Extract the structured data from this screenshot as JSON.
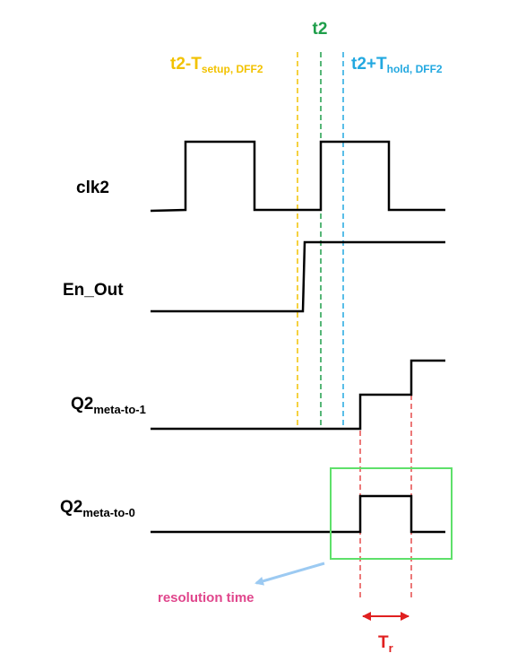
{
  "markers": {
    "t2": {
      "label": "t2",
      "color": "#1e9e4a"
    },
    "setup": {
      "label_main": "t2-T",
      "label_sub": "setup, DFF2",
      "color": "#f2c200"
    },
    "hold": {
      "label_main": "t2+T",
      "label_sub": "hold, DFF2",
      "color": "#22a8e0"
    }
  },
  "signals": {
    "clk2": {
      "label": "clk2"
    },
    "en_out": {
      "label": "En_Out"
    },
    "q2_meta_to_1": {
      "label_main": "Q2",
      "label_sub": "meta-to-1"
    },
    "q2_meta_to_0": {
      "label_main": "Q2",
      "label_sub": "meta-to-0"
    }
  },
  "annotations": {
    "resolution_time": {
      "label": "resolution time",
      "color": "#e0468c",
      "arrow_color": "#9ccaf2",
      "box_color": "#5ee06a"
    },
    "tr": {
      "label_main": "T",
      "label_sub": "r",
      "color": "#e02020"
    }
  },
  "colors": {
    "waveform": "#000000",
    "guide": "#e02020"
  }
}
